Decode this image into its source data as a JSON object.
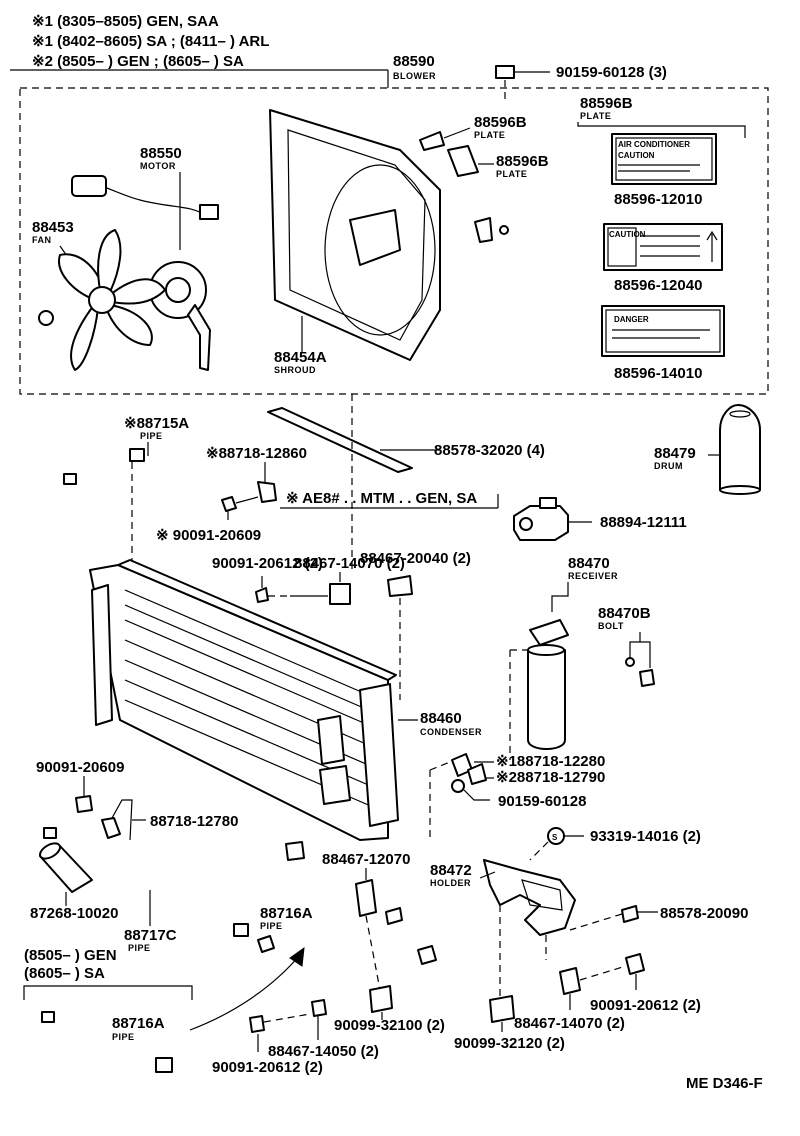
{
  "notes": {
    "line1": "※1  (8305–8505) GEN, SAA",
    "line2": "※1  (8402–8605) SA ; (8411–        ) ARL",
    "line3": "※2  (8505–        ) GEN ; (8605–        ) SA",
    "applicability": "※  AE8# . . MTM . . GEN, SA",
    "gen_variant_1": "(8505–        ) GEN",
    "gen_variant_2": "(8605–        ) SA"
  },
  "labels": {
    "blower_num": "88590",
    "blower_cap": "BLOWER",
    "motor_num": "88550",
    "motor_cap": "MOTOR",
    "fan_num": "88453",
    "fan_cap": "FAN",
    "shroud_num": "88454A",
    "shroud_cap": "SHROUD",
    "plate1_num": "88596B",
    "plate1_cap": "PLATE",
    "plate2_num": "88596B",
    "plate2_cap": "PLATE",
    "plate3_num": "88596B",
    "plate3_cap": "PLATE",
    "screw_top": "90159-60128 (3)",
    "plate_a": "88596-12010",
    "plate_b": "88596-12040",
    "plate_c": "88596-14010",
    "seal_strip": "88578-32020 (4)",
    "drum_num": "88479",
    "drum_cap": "DRUM",
    "pipe_a_num": "※88715A",
    "pipe_a_cap": "PIPE",
    "clamp_a": "※88718-12860",
    "bolt_a": "※ 90091-20609",
    "valve": "88894-12111",
    "bolt_b": "90091-20612 (2)",
    "cushion_a": "88467-14070 (2)",
    "cushion_b": "88467-20040 (2)",
    "receiver_num": "88470",
    "receiver_cap": "RECEIVER",
    "bolt_r_num": "88470B",
    "bolt_r_cap": "BOLT",
    "condenser_num": "88460",
    "condenser_cap": "CONDENSER",
    "clamp_b": "※188718-12280",
    "clamp_c": "※288718-12790",
    "screw_b": "90159-60128",
    "bolt_c": "90091-20609",
    "clamp_d": "88718-12780",
    "nut_s": "93319-14016 (2)",
    "holder_num": "88472",
    "holder_cap": "HOLDER",
    "cushion_c": "88467-12070",
    "insulator": "87268-10020",
    "pipe_c_num": "88717C",
    "pipe_c_cap": "PIPE",
    "pipe_d_num": "88716A",
    "pipe_d_cap": "PIPE",
    "seal_b": "88578-20090",
    "pipe_e_num": "88716A",
    "pipe_e_cap": "PIPE",
    "bolt_d": "90091-20612 (2)",
    "cushion_d": "88467-14050 (2)",
    "cushion_e": "90099-32100 (2)",
    "cushion_f": "90099-32120 (2)",
    "cushion_g": "88467-14070 (2)",
    "bolt_e": "90091-20612 (2)",
    "doc_code": "ME D346-F",
    "plate_a_text": "AIR CONDITIONER",
    "plate_a_sub": "CAUTION",
    "plate_b_text": "CAUTION",
    "plate_c_text": "DANGER",
    "s_mark": "S"
  }
}
